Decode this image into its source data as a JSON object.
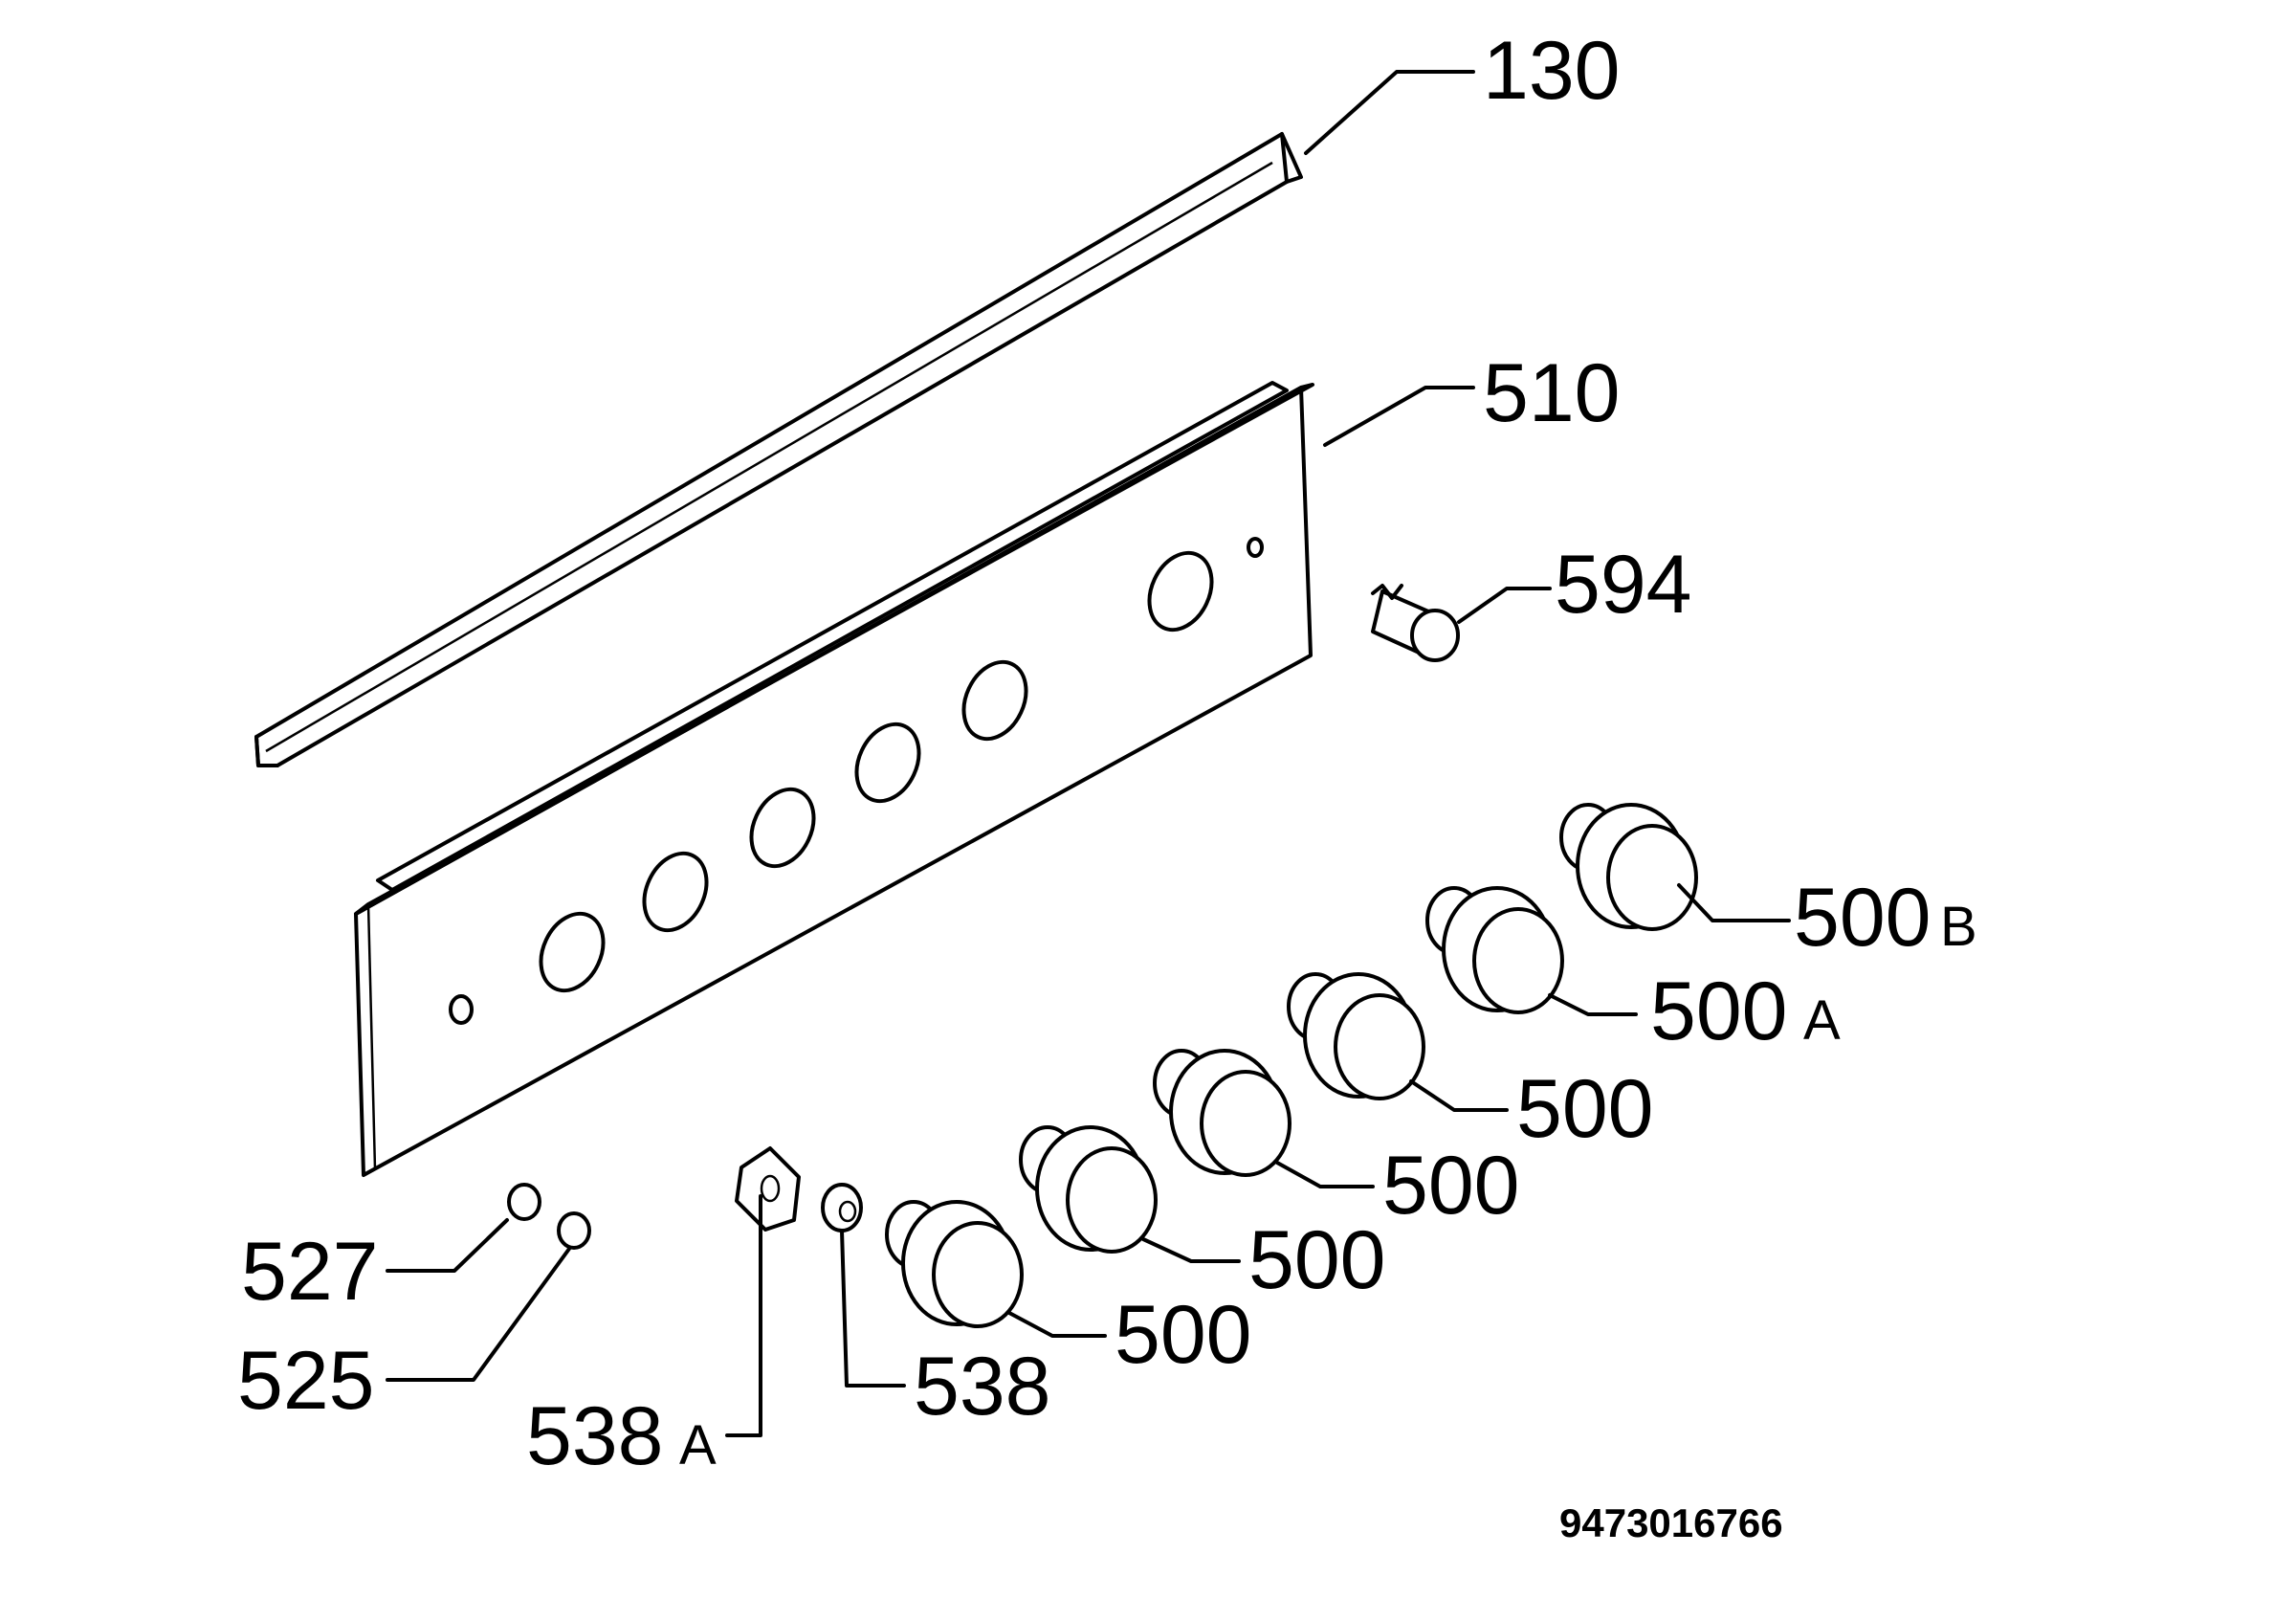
{
  "labels": {
    "l130": "130",
    "l510": "510",
    "l594": "594",
    "l500b": "500",
    "l500b_suffix": "B",
    "l500a": "500",
    "l500a_suffix": "A",
    "l500_1": "500",
    "l500_2": "500",
    "l500_3": "500",
    "l500_4": "500",
    "l527": "527",
    "l525": "525",
    "l538a": "538",
    "l538a_suffix": "A",
    "l538": "538"
  },
  "drawing_code": "9473016766"
}
